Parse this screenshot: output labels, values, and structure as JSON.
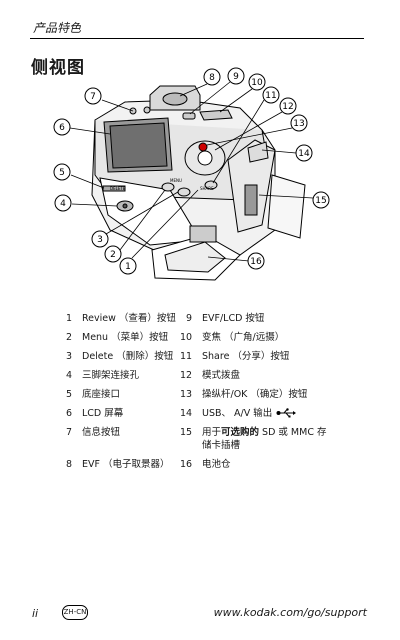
{
  "header": {
    "section_label": "产品特色"
  },
  "page_title": "侧视图",
  "callouts": [
    "1",
    "2",
    "3",
    "4",
    "5",
    "6",
    "7",
    "8",
    "9",
    "10",
    "11",
    "12",
    "13",
    "14",
    "15",
    "16"
  ],
  "camera_labels": {
    "delete": "DELETE",
    "menu": "MENU",
    "share": "SHARE"
  },
  "legend_left": [
    {
      "num": "1",
      "label": "Review （查看）按钮"
    },
    {
      "num": "2",
      "label": "Menu （菜单）按钮"
    },
    {
      "num": "3",
      "label": "Delete （删除）按钮"
    },
    {
      "num": "4",
      "label": "三脚架连接孔"
    },
    {
      "num": "5",
      "label": "底座接口"
    },
    {
      "num": "6",
      "label": "LCD 屏幕"
    },
    {
      "num": "7",
      "label": "信息按钮"
    },
    {
      "num": "8",
      "label": "EVF （电子取景器）"
    }
  ],
  "legend_right": [
    {
      "num": "9",
      "label": "EVF/LCD 按钮"
    },
    {
      "num": "10",
      "label": "变焦 （广角/远摄）"
    },
    {
      "num": "11",
      "label": "Share （分享）按钮"
    },
    {
      "num": "12",
      "label": "模式拨盘"
    },
    {
      "num": "13",
      "label": "操纵杆/OK （确定）按钮"
    },
    {
      "num": "14",
      "label": "USB、 A/V 输出"
    },
    {
      "num": "15",
      "label_pre": "用于",
      "label_bold": "可选购的",
      "label_post": " SD 或 MMC 存储卡插槽"
    },
    {
      "num": "16",
      "label": "电池仓"
    }
  ],
  "footer": {
    "page": "ii",
    "lang": "ZH-CN",
    "url": "www.kodak.com/go/support"
  }
}
